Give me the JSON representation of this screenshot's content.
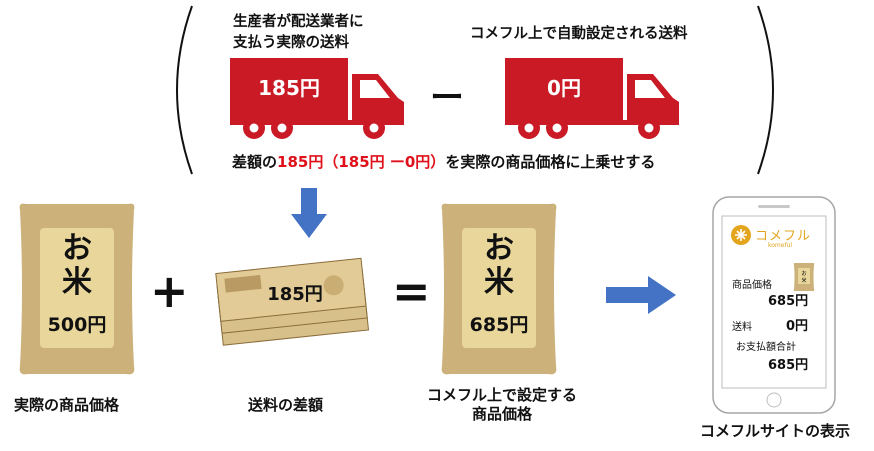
{
  "top": {
    "truck_left_caption": [
      "生産者が配送業者に",
      "支払う実際の送料"
    ],
    "truck_left_value": "185円",
    "minus_sign": "ー",
    "truck_right_caption": "コメフル上で自動設定される送料",
    "truck_right_value": "0円",
    "difference_prefix": "差額の",
    "difference_value": "185円（185円 ー0円）",
    "difference_suffix": "を実際の商品価格に上乗せする"
  },
  "equation": {
    "bag_left": {
      "label_top": "お",
      "label_bottom": "米",
      "price": "500円",
      "caption": "実際の商品価格"
    },
    "plus_sign": "+",
    "cash": {
      "value": "185円",
      "caption": "送料の差額"
    },
    "equals_sign": "=",
    "bag_right": {
      "label_top": "お",
      "label_bottom": "米",
      "price": "685円",
      "caption": [
        "コメフル上で設定する",
        "商品価格"
      ]
    }
  },
  "phone": {
    "brand": "コメフル",
    "brand_sub": "komeful",
    "price_label": "商品価格",
    "price_value": "685円",
    "shipping_label": "送料",
    "shipping_value": "0円",
    "total_label": "お支払額合計",
    "total_value": "685円",
    "caption": "コメフルサイトの表示"
  },
  "colors": {
    "truck_red": "#c91a25",
    "arrow_blue": "#4472c4",
    "bag_tan": "#ccb27a",
    "bag_label": "#e8d69a",
    "money": "#d8c08a",
    "accent_red": "#e0101a",
    "brand_gold": "#e3a51e"
  }
}
